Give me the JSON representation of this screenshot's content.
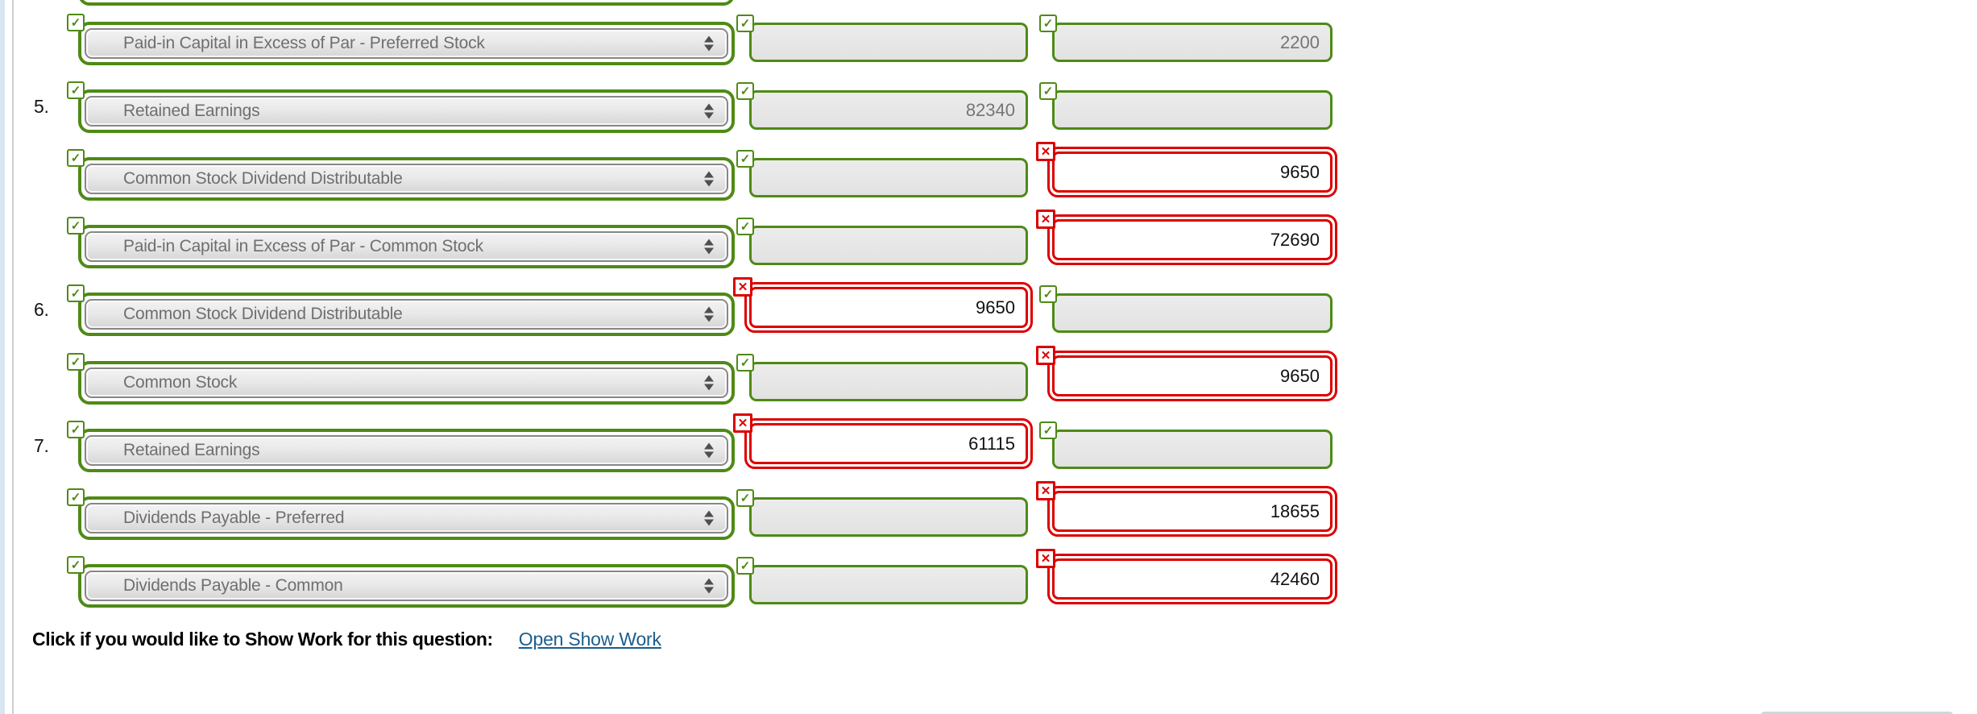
{
  "panel": {
    "rows": [
      {
        "number": "",
        "account": "Paid-in Capital in Excess of Par - Preferred Stock",
        "debit": {
          "value": "",
          "status": "correct"
        },
        "credit": {
          "value": "2200",
          "status": "correct"
        }
      },
      {
        "number": "5.",
        "account": "Retained Earnings",
        "debit": {
          "value": "82340",
          "status": "correct"
        },
        "credit": {
          "value": "",
          "status": "correct"
        }
      },
      {
        "number": "",
        "account": "Common Stock Dividend Distributable",
        "debit": {
          "value": "",
          "status": "correct"
        },
        "credit": {
          "value": "9650",
          "status": "incorrect"
        }
      },
      {
        "number": "",
        "account": "Paid-in Capital in Excess of Par - Common Stock",
        "debit": {
          "value": "",
          "status": "correct"
        },
        "credit": {
          "value": "72690",
          "status": "incorrect"
        }
      },
      {
        "number": "6.",
        "account": "Common Stock Dividend Distributable",
        "debit": {
          "value": "9650",
          "status": "incorrect"
        },
        "credit": {
          "value": "",
          "status": "correct"
        }
      },
      {
        "number": "",
        "account": "Common Stock",
        "debit": {
          "value": "",
          "status": "correct"
        },
        "credit": {
          "value": "9650",
          "status": "incorrect"
        }
      },
      {
        "number": "7.",
        "account": "Retained Earnings",
        "debit": {
          "value": "61115",
          "status": "incorrect"
        },
        "credit": {
          "value": "",
          "status": "correct"
        }
      },
      {
        "number": "",
        "account": "Dividends Payable - Preferred",
        "debit": {
          "value": "",
          "status": "correct"
        },
        "credit": {
          "value": "18655",
          "status": "incorrect"
        }
      },
      {
        "number": "",
        "account": "Dividends Payable - Common",
        "debit": {
          "value": "",
          "status": "correct"
        },
        "credit": {
          "value": "42460",
          "status": "incorrect"
        }
      }
    ]
  },
  "show_work": {
    "label": "Click if you would like to Show Work for this question:",
    "link_label": "Open Show Work"
  },
  "icons": {
    "check": "✓",
    "x": "✕"
  },
  "colors": {
    "correct_green": "#4e8a15",
    "incorrect_red": "#dc0000",
    "link_blue": "#1a5e8e"
  }
}
